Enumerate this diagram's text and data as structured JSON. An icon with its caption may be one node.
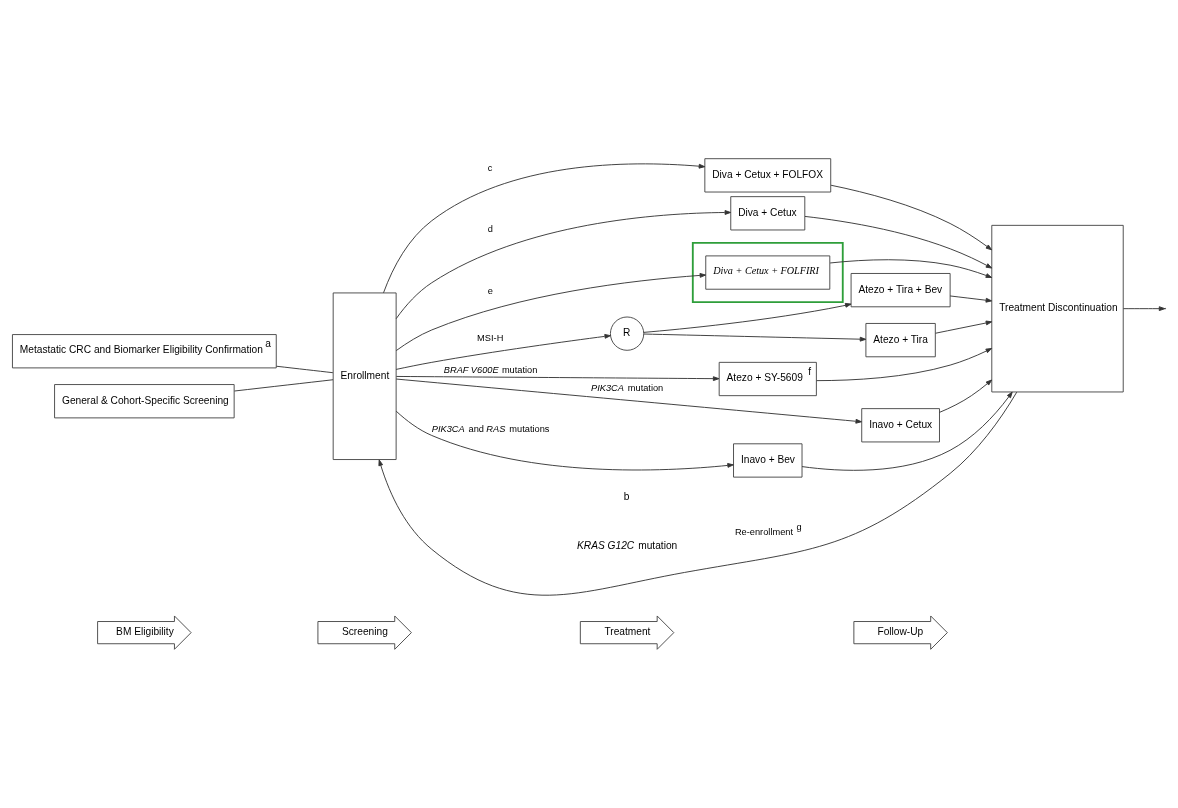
{
  "diagram": {
    "nodes": [
      {
        "text": [
          "BM Eligibility"
        ]
      },
      {
        "text": [
          "Screening"
        ]
      },
      {
        "text": [
          "Treatment"
        ]
      },
      {
        "text": [
          "Follow-Up"
        ]
      },
      {
        "text": [
          "Metastatic CRC and Biomarker Eligibility Confirmation $^{a}$"
        ]
      },
      {
        "text": [
          "General & Cohort-Specific Screening"
        ]
      },
      {
        "text": [
          "Enrollment"
        ]
      },
      {
        "text": [
          "Diva + Cetux + FOLFOX"
        ]
      },
      {
        "text": [
          "Diva + Cetux"
        ]
      },
      {
        "text": [],
        "shape": "box"
      },
      {
        "text": [
          "Diva + Cetux + FOLFIRI"
        ],
        "in": 9
      },
      {
        "text": [
          "R"
        ]
      },
      {
        "text": [
          "Atezo + Tira + Bev"
        ]
      },
      {
        "text": [
          "Atezo + Tira"
        ]
      },
      {
        "text": [
          "Atezo + SY-5609 $^{f}$"
        ]
      },
      {
        "text": [
          "Inavo + Cetux"
        ]
      },
      {
        "text": [
          "Inavo + Bev"
        ]
      },
      {
        "text": [
          "Treatment Discontinuation"
        ]
      }
    ],
    "edges": [
      {
        "from": 4,
        "to": 6,
        "arrow": "none"
      },
      {
        "from": 5,
        "to": 6,
        "arrow": "none"
      },
      {
        "from": 6,
        "to": 7,
        "arrow": "to",
        "label": "c"
      },
      {
        "from": 6,
        "to": 8,
        "arrow": "to",
        "label": "d"
      },
      {
        "from": 6,
        "to": 10,
        "arrow": "to",
        "label": "e"
      },
      {
        "from": 6,
        "to": 11,
        "arrow": "to",
        "label": "MSI-H"
      },
      {
        "from": 11,
        "to": 12,
        "arrow": "to"
      },
      {
        "from": 11,
        "to": 13,
        "arrow": "to"
      },
      {
        "from": 6,
        "to": 14,
        "arrow": "to",
        "label": "*BRAF V600E* mutation"
      },
      {
        "from": 6,
        "to": 15,
        "arrow": "to",
        "label": "*PIK3CA* mutation"
      },
      {
        "from": 6,
        "to": 16,
        "arrow": "to",
        "label": "*PIK3CA* and *RAS* mutations"
      },
      {
        "from": 7,
        "to": 17,
        "arrow": "to"
      },
      {
        "from": 8,
        "to": 17,
        "arrow": "to"
      },
      {
        "from": 10,
        "to": 17,
        "arrow": "to"
      },
      {
        "from": 12,
        "to": 17,
        "arrow": "to"
      },
      {
        "from": 13,
        "to": 17,
        "arrow": "to"
      },
      {
        "from": 14,
        "to": 17,
        "arrow": "to"
      },
      {
        "from": 15,
        "to": 17,
        "arrow": "to"
      },
      {
        "from": 16,
        "to": 17,
        "arrow": "to"
      },
      {
        "from": 17,
        "to": null,
        "arrow": "to"
      },
      {
        "from": 17,
        "to": 6,
        "arrow": "to",
        "label": "Re-enrollment $^{g}$"
      }
    ],
    "labels": [
      "b",
      "*KRAS G12C* mutation"
    ]
  }
}
